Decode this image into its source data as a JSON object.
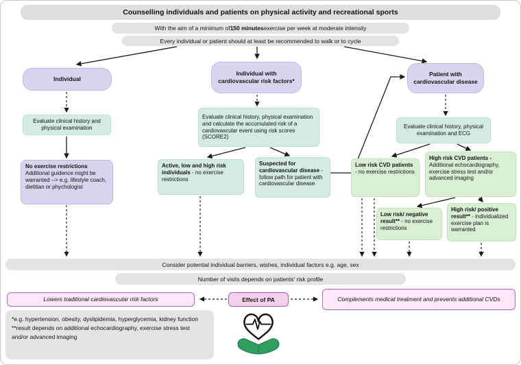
{
  "title": "Counselling individuals and patients on physical activity and recreational sports",
  "aim": {
    "pre": "With the aim of a minimum of ",
    "strong": "150 minutes",
    "post": " exercise per week at moderate intensity"
  },
  "recommendation": "Every individual or patient should at least be recommended to walk or to cycle",
  "individual": {
    "head": "Individual",
    "evaluate": "Evaluate clinical history and physical examination",
    "outcome_strong": "No exercise restrictions",
    "outcome_rest": "Additional guidence might be warranted --> e.g. lifestyle coach, dietitian or phychologist"
  },
  "risk_factors": {
    "head": "Individual with cardiovascular risk factors*",
    "evaluate": "Evaluate clinical history, physical examination and calculate the accumulated risk of a cardiovascular event using risk scores (SCORE2)",
    "active_strong": "Active, low and high risk individuals",
    "active_rest": " - no exercise restrictions",
    "suspected_strong": "Suspected for cardiovascular disease",
    "suspected_rest": " - follow path for patient with cardiovascular disease"
  },
  "cvd": {
    "head": "Patient with cardiovascular disease",
    "evaluate": "Evaluate clinical history, physical examination and ECG",
    "low_strong": "Low risk CVD patients",
    "low_rest": " - no exercise restrictions",
    "high_strong": "High risk CVD patients -",
    "high_rest": " Additional echocardiography, exercise stress test and/or advanced imaging",
    "low_neg_strong": "Low risk/ negative result**",
    "low_neg_rest": " - no exercise restrictions",
    "high_pos_strong": "High risk/ positive result**",
    "high_pos_rest": " - individualized exercise plan is warranted"
  },
  "bars": {
    "barriers": "Consider potential individual barriers, wishes, individual factors e.g. age, sex",
    "visits": "Number of visits depends on patients' risk profile"
  },
  "effects": {
    "left": "Lowers traditional cardiovascular risk factors",
    "center": "Effect of PA",
    "right": "Complements medical treatment and prevents additional CVDs"
  },
  "footnotes": {
    "line1": "*e.g. hypertension, obesity, dyslipidemia, hyperglycemia, kidney function",
    "line2": "**result depends on additional echocardiography, exercise stress test and/or advanced imaging"
  },
  "colors": {
    "lavender": "#d7d4f0",
    "teal": "#d3eae5",
    "green": "#d9efd3",
    "pink": "#fbe7f8",
    "pink_accent": "#b06cc0",
    "gray": "#e3e3e3",
    "hands_green": "#2f9e5f"
  }
}
